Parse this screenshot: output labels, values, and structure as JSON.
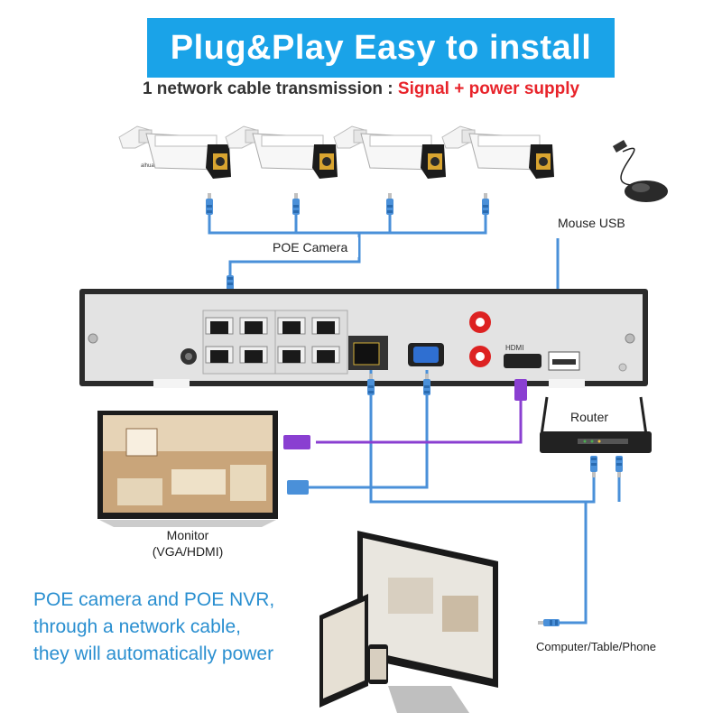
{
  "header": {
    "title": "Plug&Play Easy to install",
    "subtitle_prefix": "1 network cable transmission :",
    "subtitle_highlight": "Signal + power supply"
  },
  "labels": {
    "poe_camera": "POE Camera",
    "mouse_usb": "Mouse USB",
    "router": "Router",
    "monitor": "Monitor",
    "monitor_types": "(VGA/HDMI)",
    "computer": "Computer/Table/Phone"
  },
  "description": {
    "line1": "POE camera and POE NVR,",
    "line2": "through a network cable,",
    "line3": "they will automatically power"
  },
  "camera_brand": "alhua",
  "colors": {
    "banner": "#1aa3e8",
    "highlight": "#e8232a",
    "cable": "#4a90d9",
    "usb_cable": "#8a3fd1",
    "description_text": "#2a8fd0"
  }
}
